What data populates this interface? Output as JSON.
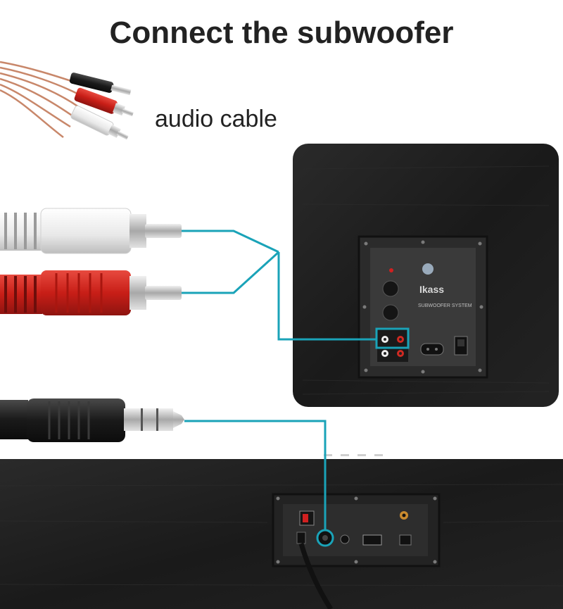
{
  "title": "Connect the subwoofer",
  "labels": {
    "audio_cable": "audio cable"
  },
  "subwoofer_panel": {
    "brand": "Ikass",
    "system_text": "SUBWOOFER SYSTEM"
  },
  "colors": {
    "connector_line": "#1aa3b8",
    "cabinet": "#1c1c1c",
    "rca_white": "#f2f2f2",
    "rca_red": "#d8261f",
    "jack_black": "#1e1e1e",
    "metal": "#c9c9c9"
  }
}
